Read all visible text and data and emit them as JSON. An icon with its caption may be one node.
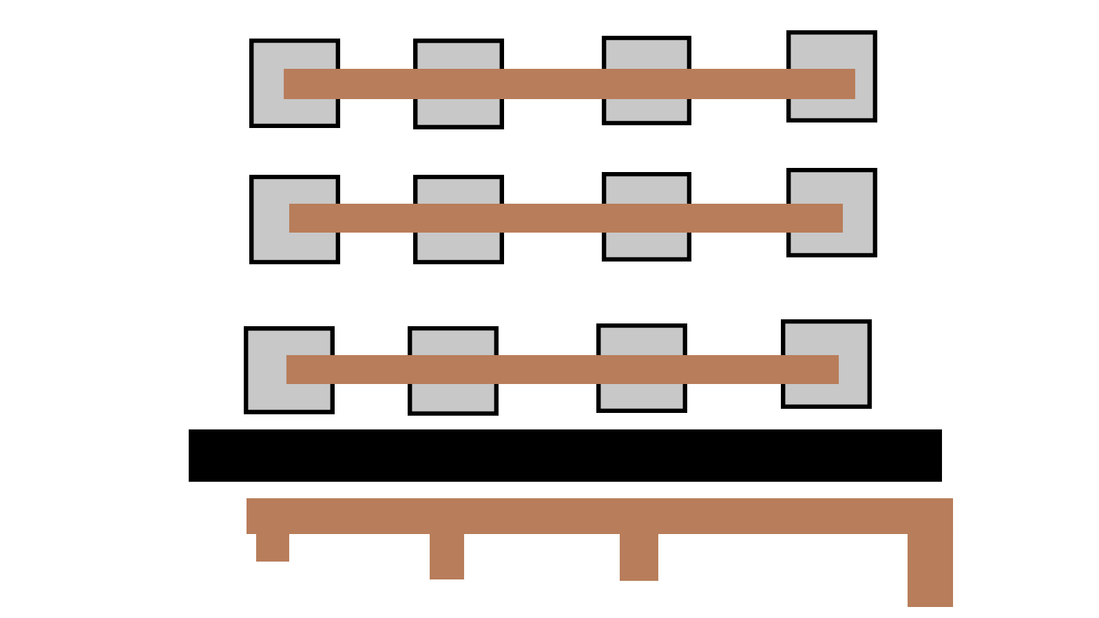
{
  "diagram": {
    "nodes": [
      {
        "text": [],
        "shape": "box"
      },
      {
        "text": [],
        "shape": "box"
      },
      {
        "text": [],
        "shape": "box"
      },
      {
        "text": [],
        "shape": "box"
      },
      {
        "text": [],
        "shape": "bar"
      },
      {
        "text": [],
        "shape": "box"
      },
      {
        "text": [],
        "shape": "box"
      },
      {
        "text": [],
        "shape": "box"
      },
      {
        "text": [],
        "shape": "box"
      },
      {
        "text": [],
        "shape": "bar"
      },
      {
        "text": [],
        "shape": "box"
      },
      {
        "text": [],
        "shape": "box"
      },
      {
        "text": [],
        "shape": "box"
      },
      {
        "text": [],
        "shape": "box"
      },
      {
        "text": [],
        "shape": "bar"
      },
      {
        "text": [],
        "shape": "bar"
      },
      {
        "text": [],
        "shape": "comb"
      }
    ]
  }
}
